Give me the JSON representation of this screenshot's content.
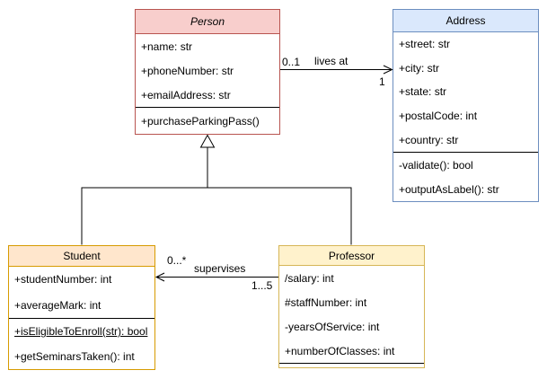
{
  "classes": {
    "person": {
      "title": "Person",
      "fill": "#f8cecc",
      "border": "#b85450",
      "attributes": [
        "+name: str",
        "+phoneNumber: str",
        "+emailAddress: str"
      ],
      "methods": [
        "+purchaseParkingPass()"
      ]
    },
    "address": {
      "title": "Address",
      "fill": "#dae8fc",
      "border": "#6c8ebf",
      "attributes": [
        "+street: str",
        "+city: str",
        "+state: str",
        "+postalCode: int",
        "+country: str"
      ],
      "methods": [
        "-validate(): bool",
        "+outputAsLabel(): str"
      ]
    },
    "student": {
      "title": "Student",
      "fill": "#ffe6cc",
      "border": "#d79b00",
      "attributes": [
        "+studentNumber: int",
        "+averageMark: int"
      ],
      "methods": [
        "+isEligibleToEnroll(str): bool",
        "+getSeminarsTaken(): int"
      ]
    },
    "professor": {
      "title": "Professor",
      "fill": "#fff2cc",
      "border": "#d6b656",
      "attributes": [
        "/salary: int",
        "#staffNumber: int",
        "-yearsOfService: int",
        "+numberOfClasses: int"
      ],
      "methods": []
    }
  },
  "relations": {
    "lives_at": {
      "label": "lives at",
      "person_end_multiplicity": "0..1",
      "address_end_multiplicity": "1"
    },
    "supervises": {
      "label": "supervises",
      "student_end_multiplicity": "0...*",
      "professor_end_multiplicity": "1...5"
    }
  }
}
